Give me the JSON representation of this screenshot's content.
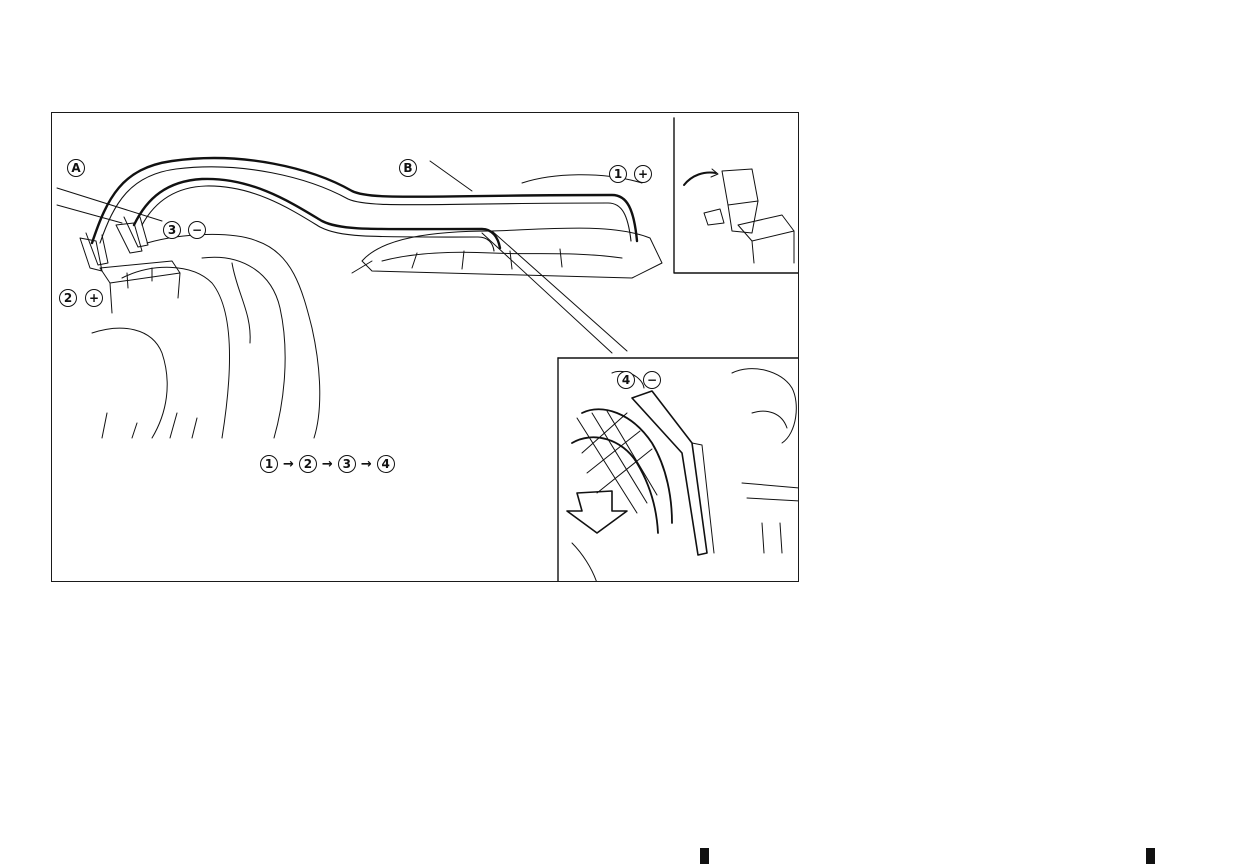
{
  "figure": {
    "labels": {
      "a": "A",
      "b": "B",
      "step1": "1",
      "step2": "2",
      "step3": "3",
      "step4": "4",
      "plus": "+",
      "minus": "−"
    },
    "sequence": [
      "1",
      "2",
      "3",
      "4"
    ],
    "sequence_arrow": "→"
  }
}
